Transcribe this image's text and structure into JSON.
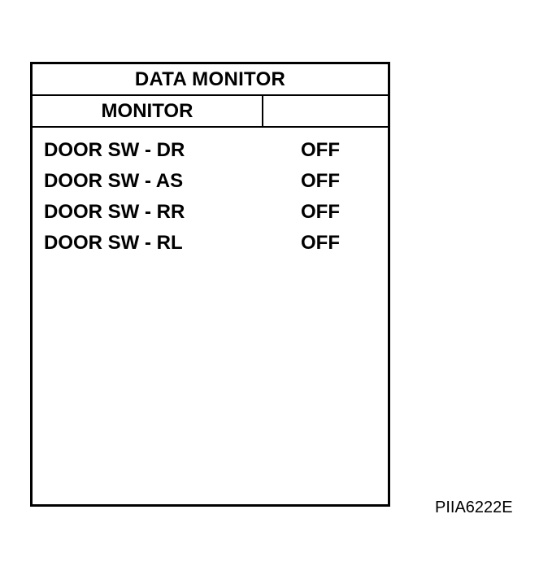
{
  "screen": {
    "title": "DATA MONITOR",
    "column_header": "MONITOR",
    "items": [
      {
        "label": "DOOR SW - DR",
        "value": "OFF"
      },
      {
        "label": "DOOR SW - AS",
        "value": "OFF"
      },
      {
        "label": "DOOR SW - RR",
        "value": "OFF"
      },
      {
        "label": "DOOR SW - RL",
        "value": "OFF"
      }
    ]
  },
  "figure_code": "PIIA6222E"
}
